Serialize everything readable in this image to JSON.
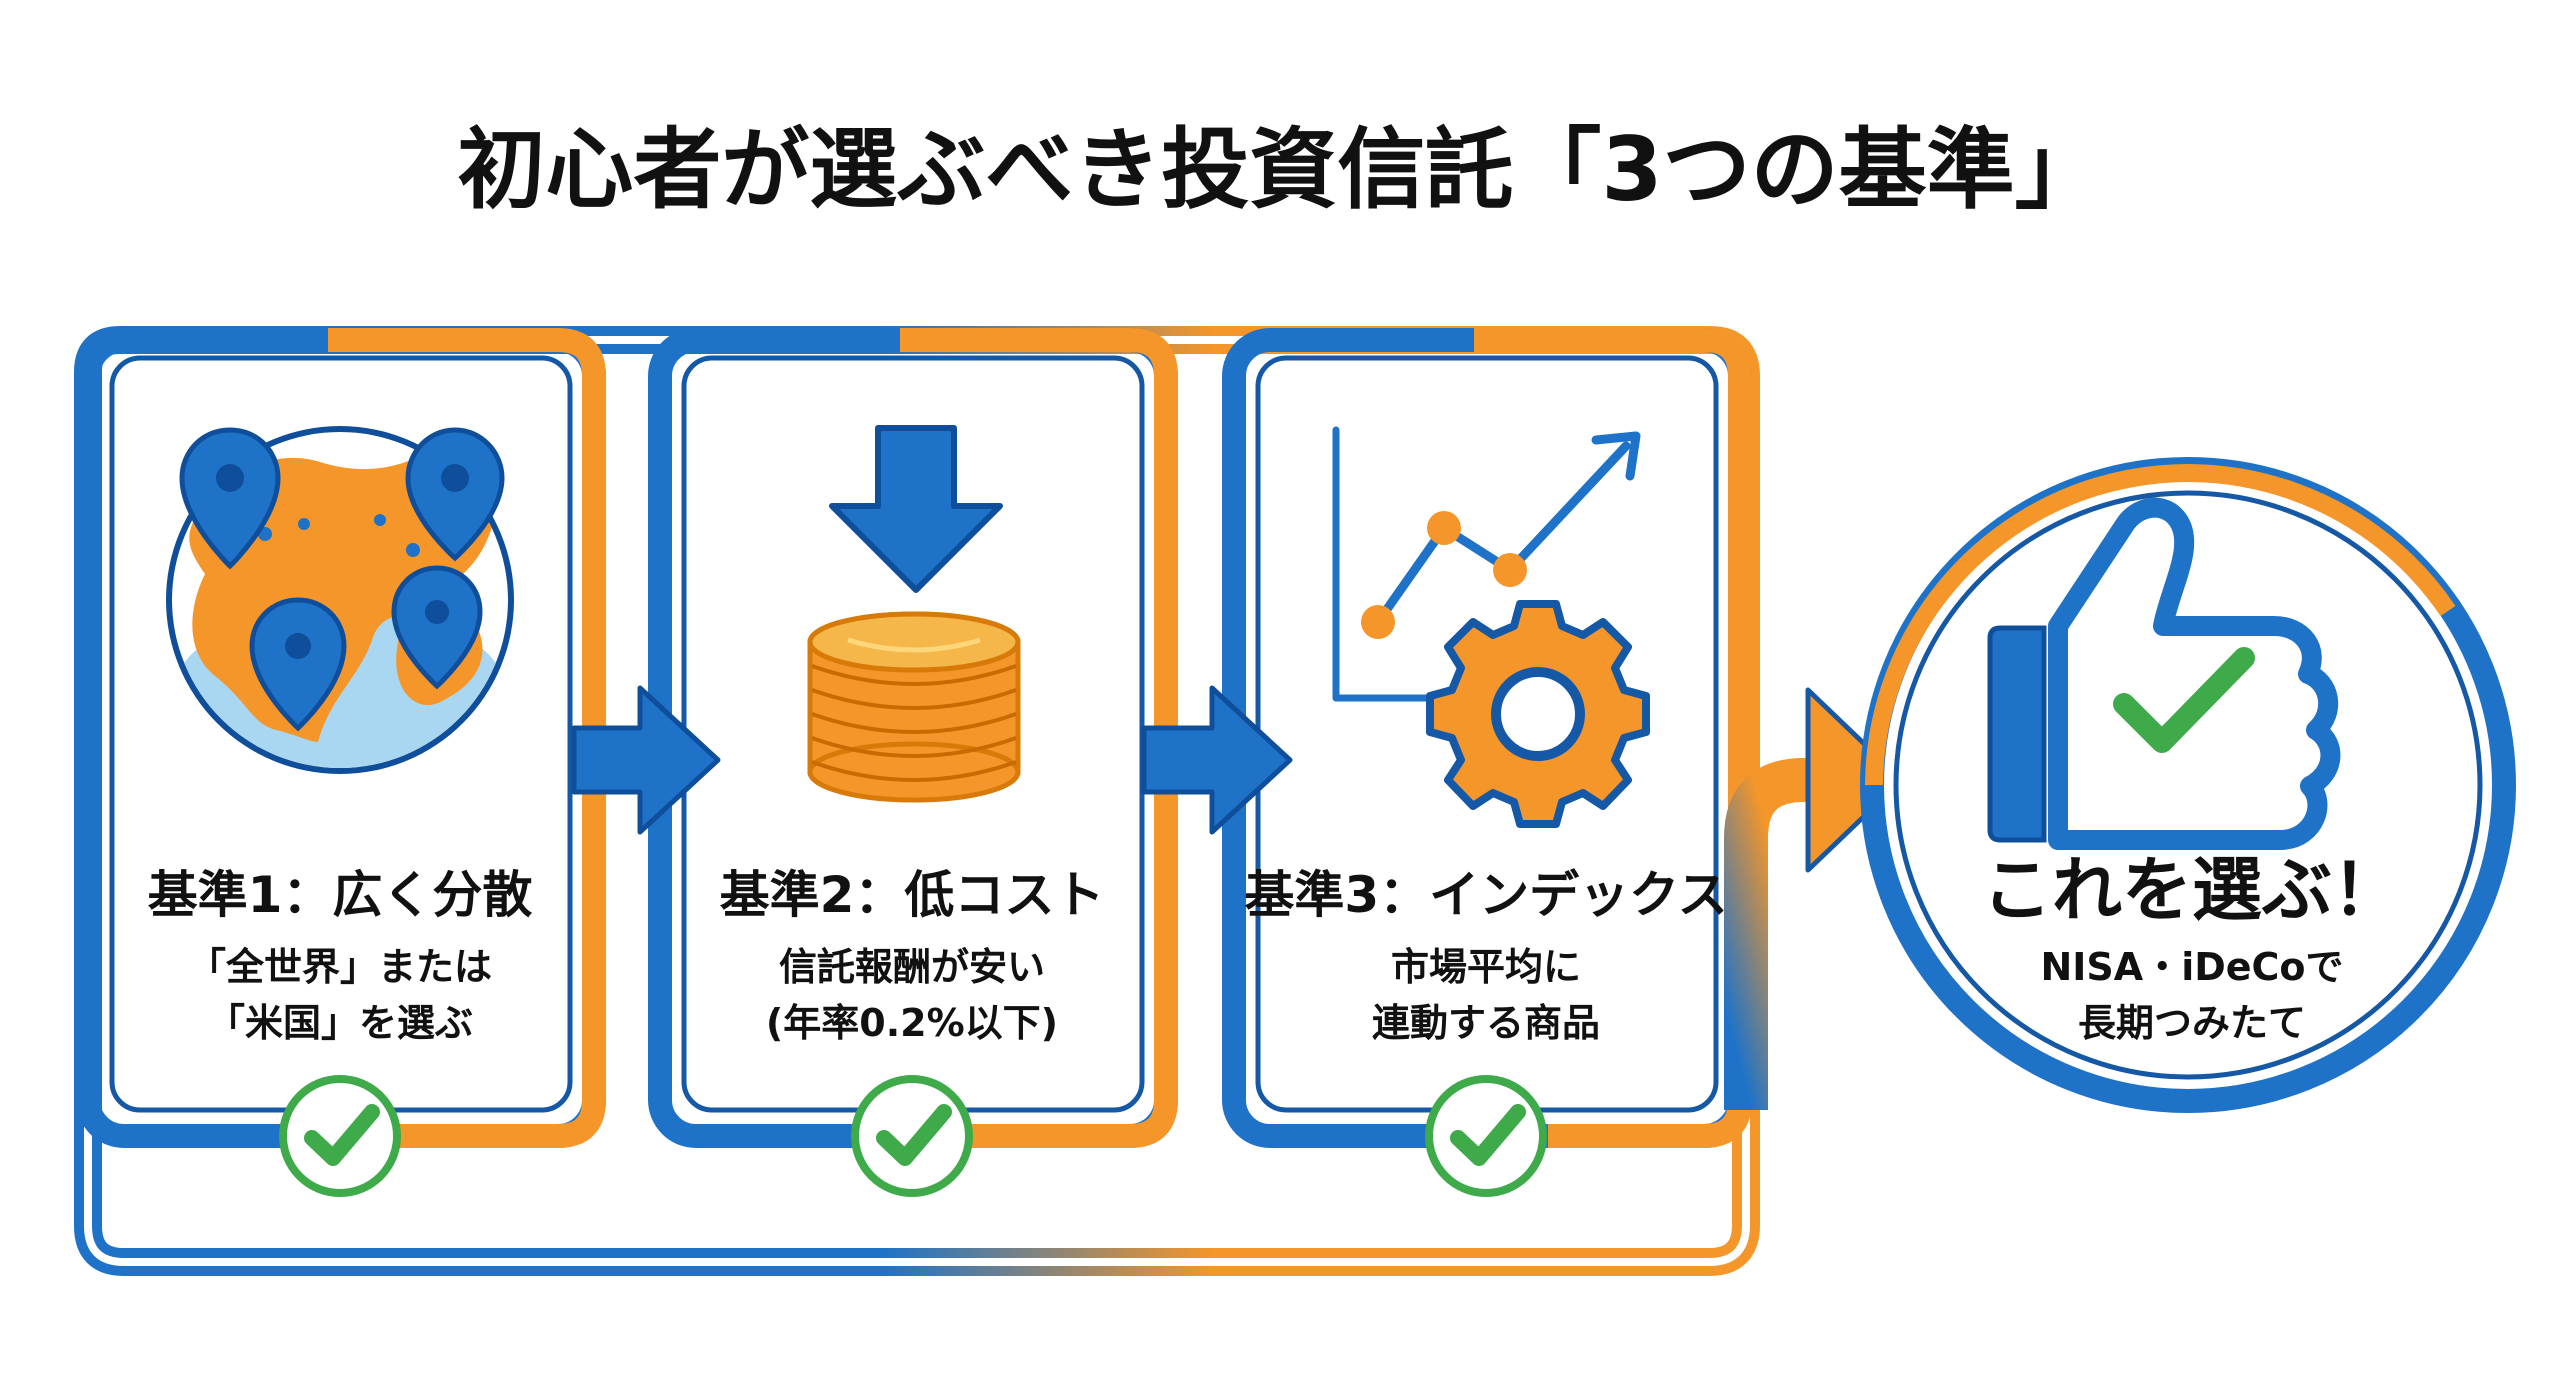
{
  "title": "初心者が選ぶべき投資信託「3つの基準」",
  "steps": [
    {
      "title": "基準1：広く分散",
      "lines": [
        "「全世界」または",
        "「米国」を選ぶ"
      ],
      "icon": "globe-with-location-pins-icon"
    },
    {
      "title": "基準2：低コスト",
      "lines": [
        "信託報酬が安い",
        "(年率0.2%以下)"
      ],
      "icon": "down-arrow-coin-stack-icon"
    },
    {
      "title": "基準3：インデックス",
      "lines": [
        "市場平均に",
        "連動する商品"
      ],
      "icon": "line-chart-gear-icon"
    }
  ],
  "result": {
    "title": "これを選ぶ！",
    "lines": [
      "NISA・iDeCoで",
      "長期つみたて"
    ],
    "icon": "thumbs-up-check-icon"
  },
  "colors": {
    "blue": "#1E73C8",
    "dark_blue": "#1558A5",
    "orange": "#F5962A",
    "green": "#3EAA4A",
    "light_blue": "#A9D7F2"
  }
}
